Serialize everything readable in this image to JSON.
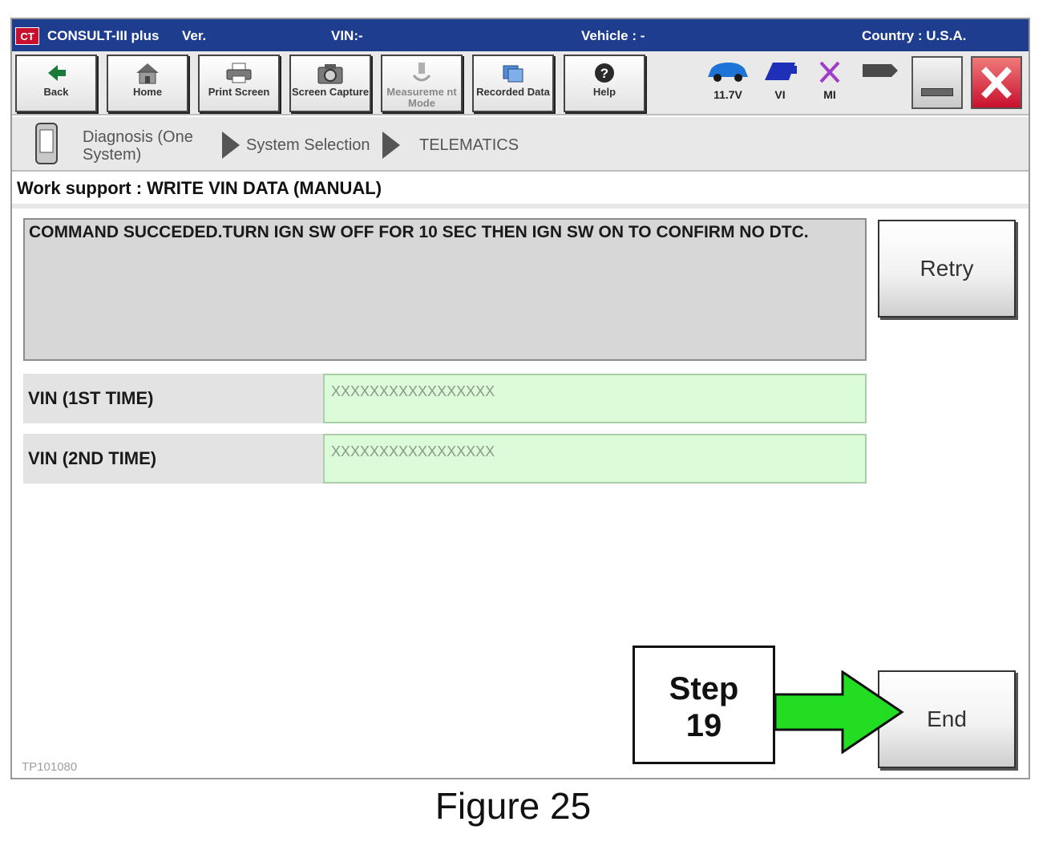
{
  "titlebar": {
    "logo": "CT",
    "app_name": "CONSULT-III plus",
    "ver_label": "Ver.",
    "vin_label": "VIN:-",
    "vehicle_label": "Vehicle : -",
    "country_label": "Country : U.S.A."
  },
  "toolbar": {
    "buttons": [
      {
        "label": "Back",
        "icon": "back-arrow-icon"
      },
      {
        "label": "Home",
        "icon": "home-icon"
      },
      {
        "label": "Print Screen",
        "icon": "printer-icon"
      },
      {
        "label": "Screen Capture",
        "icon": "camera-icon"
      },
      {
        "label": "Measureme nt Mode",
        "icon": "measurement-icon"
      },
      {
        "label": "Recorded Data",
        "icon": "recorded-data-icon"
      },
      {
        "label": "Help",
        "icon": "help-icon"
      }
    ],
    "status": {
      "battery_voltage": "11.7V",
      "vi_label": "VI",
      "mi_label": "MI"
    },
    "colors": {
      "car": "#1e73d6",
      "vi": "#1e2fb8",
      "mi": "#a03cc8",
      "close": "#c8102e"
    }
  },
  "breadcrumb": {
    "items": [
      "Diagnosis (One System)",
      "System Selection",
      "TELEMATICS"
    ]
  },
  "work_support": {
    "title": "Work support : WRITE VIN DATA (MANUAL)",
    "message": "COMMAND SUCCEDED.TURN IGN SW OFF FOR 10 SEC THEN IGN SW ON TO CONFIRM NO DTC.",
    "retry_label": "Retry",
    "end_label": "End",
    "fields": [
      {
        "label": "VIN (1ST TIME)",
        "value": "XXXXXXXXXXXXXXXXX"
      },
      {
        "label": "VIN (2ND TIME)",
        "value": "XXXXXXXXXXXXXXXXX"
      }
    ],
    "code": "TP101080"
  },
  "callout": {
    "step_word": "Step",
    "step_number": "19",
    "arrow_color": "#22dd22"
  },
  "caption": "Figure 25"
}
